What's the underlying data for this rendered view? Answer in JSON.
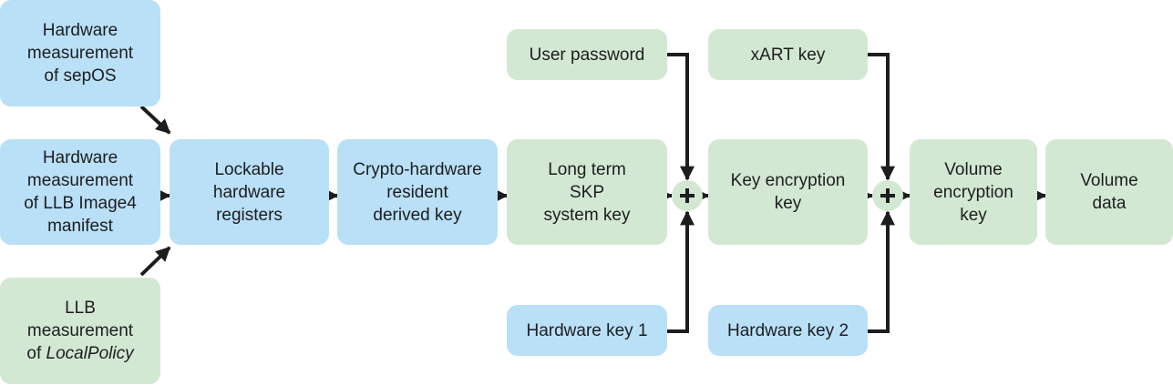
{
  "nodes": {
    "hw_measure_sepos": "Hardware\nmeasurement\nof sepOS",
    "hw_measure_llb": "Hardware\nmeasurement\nof LLB Image4\nmanifest",
    "llb_measure_prefix": "LLB\nmeasurement\nof ",
    "llb_measure_italic": "LocalPolicy",
    "lockable": "Lockable\nhardware\nregisters",
    "crypto_hw": "Crypto-hardware\nresident\nderived key",
    "long_term": "Long term\nSKP\nsystem key",
    "user_password": "User password",
    "hardware_key_1": "Hardware key 1",
    "xart_key": "xART key",
    "key_encryption": "Key encryption\nkey",
    "hardware_key_2": "Hardware key 2",
    "volume_encryption": "Volume\nencryption\nkey",
    "volume_data": "Volume\ndata"
  },
  "colors": {
    "blue": "#b9e0f7",
    "green": "#d3e8d3",
    "line": "#1d1d1f"
  }
}
